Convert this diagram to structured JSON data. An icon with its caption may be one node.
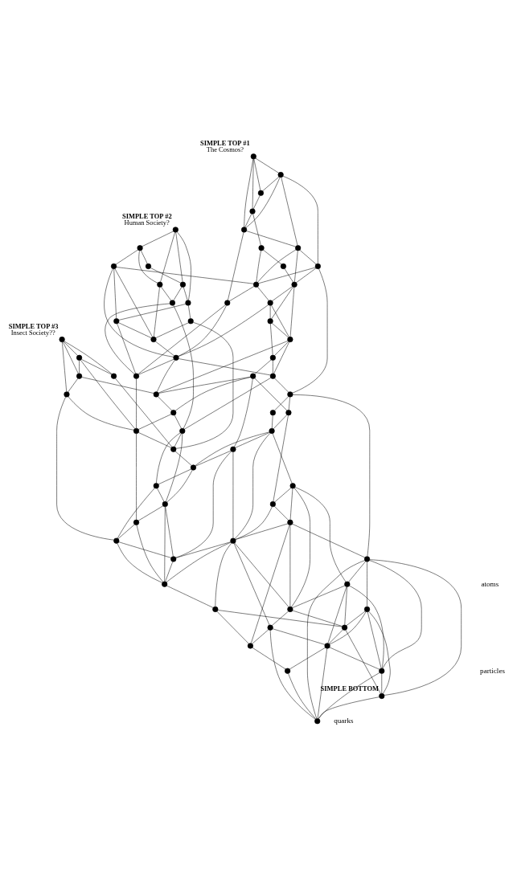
{
  "diagram": {
    "nodes": [
      {
        "text": [],
        "shape": "circle",
        "beside": [
          "SIMPLE TOP #1",
          "The Cosmos?"
        ]
      },
      {
        "text": [],
        "shape": "circle"
      },
      {
        "text": [],
        "shape": "circle"
      },
      {
        "text": [],
        "shape": "circle"
      },
      {
        "text": [],
        "shape": "circle"
      },
      {
        "text": [],
        "shape": "circle"
      },
      {
        "text": [],
        "shape": "circle",
        "beside": [
          "SIMPLE TOP #2",
          "Human Society?"
        ]
      },
      {
        "text": [],
        "shape": "circle"
      },
      {
        "text": [],
        "shape": "circle"
      },
      {
        "text": [],
        "shape": "circle"
      },
      {
        "text": [],
        "shape": "circle"
      },
      {
        "text": [],
        "shape": "circle"
      },
      {
        "text": [],
        "shape": "circle"
      },
      {
        "text": [],
        "shape": "circle"
      },
      {
        "text": [],
        "shape": "circle"
      },
      {
        "text": [],
        "shape": "circle"
      },
      {
        "text": [],
        "shape": "circle"
      },
      {
        "text": [],
        "shape": "circle",
        "beside": [
          "SIMPLE TOP #3",
          "Insect Society??"
        ]
      },
      {
        "text": [],
        "shape": "circle"
      },
      {
        "text": [],
        "shape": "circle"
      },
      {
        "text": [],
        "shape": "circle"
      },
      {
        "text": [],
        "shape": "circle"
      },
      {
        "text": [],
        "shape": "circle"
      },
      {
        "text": [],
        "shape": "circle"
      },
      {
        "text": [],
        "shape": "circle"
      },
      {
        "text": [],
        "shape": "circle"
      },
      {
        "text": [],
        "shape": "circle"
      },
      {
        "text": [],
        "shape": "circle"
      },
      {
        "text": [],
        "shape": "circle"
      },
      {
        "text": [],
        "shape": "circle"
      },
      {
        "text": [],
        "shape": "circle"
      },
      {
        "text": [],
        "shape": "circle"
      },
      {
        "text": [],
        "shape": "circle"
      },
      {
        "text": [],
        "shape": "circle"
      },
      {
        "text": [],
        "shape": "circle"
      },
      {
        "text": [],
        "shape": "circle"
      },
      {
        "text": [],
        "shape": "circle"
      },
      {
        "text": [],
        "shape": "circle"
      },
      {
        "text": [],
        "shape": "circle"
      },
      {
        "text": [],
        "shape": "circle"
      },
      {
        "text": [],
        "shape": "circle"
      },
      {
        "text": [],
        "shape": "circle"
      },
      {
        "text": [],
        "shape": "circle"
      },
      {
        "text": [],
        "shape": "circle"
      },
      {
        "text": [],
        "shape": "circle"
      },
      {
        "text": [],
        "shape": "circle"
      },
      {
        "text": [],
        "shape": "circle"
      },
      {
        "text": [],
        "shape": "circle"
      },
      {
        "text": [],
        "shape": "circle"
      },
      {
        "text": [],
        "shape": "circle"
      },
      {
        "text": [],
        "shape": "circle"
      },
      {
        "text": [],
        "shape": "circle"
      },
      {
        "text": [],
        "shape": "circle"
      },
      {
        "text": [],
        "shape": "circle"
      },
      {
        "text": [],
        "shape": "circle"
      },
      {
        "text": [],
        "shape": "circle"
      },
      {
        "text": [],
        "shape": "circle"
      },
      {
        "text": [],
        "shape": "circle"
      },
      {
        "text": [],
        "shape": "circle"
      },
      {
        "text": [],
        "shape": "circle"
      },
      {
        "text": [],
        "shape": "circle"
      },
      {
        "text": [],
        "shape": "circle"
      },
      {
        "text": [],
        "shape": "circle"
      },
      {
        "text": [],
        "shape": "circle"
      },
      {
        "text": [],
        "shape": "circle"
      },
      {
        "text": [],
        "shape": "circle"
      },
      {
        "text": [],
        "shape": "circle"
      },
      {
        "text": [],
        "shape": "circle"
      },
      {
        "text": [],
        "shape": "circle",
        "beside": [
          "SIMPLE BOTTOM"
        ]
      },
      {
        "text": [],
        "shape": "circle"
      }
    ],
    "edges": [
      {
        "from": 0,
        "to": 1,
        "arrow": "none"
      },
      {
        "from": 0,
        "to": 2,
        "arrow": "none"
      },
      {
        "from": 0,
        "to": 3,
        "arrow": "none"
      },
      {
        "from": 0,
        "to": 4,
        "arrow": "none"
      },
      {
        "from": 1,
        "to": 2,
        "arrow": "none"
      },
      {
        "from": 2,
        "to": 3,
        "arrow": "none"
      },
      {
        "from": 1,
        "to": 4,
        "arrow": "none"
      },
      {
        "from": 3,
        "to": 4,
        "arrow": "none"
      },
      {
        "from": 3,
        "to": 5,
        "arrow": "none"
      },
      {
        "from": 1,
        "to": 24,
        "arrow": "none"
      },
      {
        "from": 1,
        "to": 23,
        "arrow": "none"
      },
      {
        "from": 4,
        "to": 23,
        "arrow": "none"
      },
      {
        "from": 4,
        "to": 28,
        "arrow": "none"
      },
      {
        "from": 5,
        "to": 22,
        "arrow": "none"
      },
      {
        "from": 5,
        "to": 25,
        "arrow": "none"
      },
      {
        "from": 6,
        "to": 7,
        "arrow": "none"
      },
      {
        "from": 6,
        "to": 13,
        "arrow": "none"
      },
      {
        "from": 6,
        "to": 9,
        "arrow": "none"
      },
      {
        "from": 6,
        "to": 10,
        "arrow": "none"
      },
      {
        "from": 7,
        "to": 8,
        "arrow": "none"
      },
      {
        "from": 8,
        "to": 9,
        "arrow": "none"
      },
      {
        "from": 9,
        "to": 10,
        "arrow": "none"
      },
      {
        "from": 7,
        "to": 11,
        "arrow": "none"
      },
      {
        "from": 7,
        "to": 13,
        "arrow": "none"
      },
      {
        "from": 9,
        "to": 15,
        "arrow": "none"
      },
      {
        "from": 10,
        "to": 14,
        "arrow": "none"
      },
      {
        "from": 10,
        "to": 12,
        "arrow": "none"
      },
      {
        "from": 11,
        "to": 12,
        "arrow": "none"
      },
      {
        "from": 11,
        "to": 16,
        "arrow": "none"
      },
      {
        "from": 12,
        "to": 16,
        "arrow": "none"
      },
      {
        "from": 13,
        "to": 16,
        "arrow": "none"
      },
      {
        "from": 13,
        "to": 15,
        "arrow": "none"
      },
      {
        "from": 14,
        "to": 16,
        "arrow": "none"
      },
      {
        "from": 11,
        "to": 29,
        "arrow": "none"
      },
      {
        "from": 11,
        "to": 25,
        "arrow": "none"
      },
      {
        "from": 12,
        "to": 30,
        "arrow": "none"
      },
      {
        "from": 16,
        "to": 29,
        "arrow": "none"
      },
      {
        "from": 15,
        "to": 30,
        "arrow": "none"
      },
      {
        "from": 14,
        "to": 40,
        "arrow": "none"
      },
      {
        "from": 15,
        "to": 38,
        "arrow": "none"
      },
      {
        "from": 17,
        "to": 18,
        "arrow": "none"
      },
      {
        "from": 17,
        "to": 20,
        "arrow": "none"
      },
      {
        "from": 17,
        "to": 19,
        "arrow": "none"
      },
      {
        "from": 17,
        "to": 21,
        "arrow": "none"
      },
      {
        "from": 18,
        "to": 19,
        "arrow": "none"
      },
      {
        "from": 18,
        "to": 20,
        "arrow": "none"
      },
      {
        "from": 19,
        "to": 21,
        "arrow": "none"
      },
      {
        "from": 22,
        "to": 26,
        "arrow": "none"
      },
      {
        "from": 23,
        "to": 25,
        "arrow": "none"
      },
      {
        "from": 23,
        "to": 24,
        "arrow": "none"
      },
      {
        "from": 23,
        "to": 26,
        "arrow": "none"
      },
      {
        "from": 24,
        "to": 25,
        "arrow": "none"
      },
      {
        "from": 24,
        "to": 26,
        "arrow": "none"
      },
      {
        "from": 26,
        "to": 27,
        "arrow": "none"
      },
      {
        "from": 25,
        "to": 27,
        "arrow": "none"
      },
      {
        "from": 25,
        "to": 28,
        "arrow": "none"
      },
      {
        "from": 27,
        "to": 29,
        "arrow": "none"
      },
      {
        "from": 28,
        "to": 29,
        "arrow": "none"
      },
      {
        "from": 28,
        "to": 30,
        "arrow": "none"
      },
      {
        "from": 29,
        "to": 30,
        "arrow": "none"
      },
      {
        "from": 27,
        "to": 31,
        "arrow": "none"
      },
      {
        "from": 27,
        "to": 32,
        "arrow": "none"
      },
      {
        "from": 26,
        "to": 31,
        "arrow": "none"
      },
      {
        "from": 26,
        "to": 32,
        "arrow": "none"
      },
      {
        "from": 29,
        "to": 34,
        "arrow": "none"
      },
      {
        "from": 29,
        "to": 36,
        "arrow": "none"
      },
      {
        "from": 30,
        "to": 39,
        "arrow": "none"
      },
      {
        "from": 31,
        "to": 32,
        "arrow": "none"
      },
      {
        "from": 31,
        "to": 33,
        "arrow": "none"
      },
      {
        "from": 32,
        "to": 33,
        "arrow": "none"
      },
      {
        "from": 32,
        "to": 34,
        "arrow": "none"
      },
      {
        "from": 32,
        "to": 36,
        "arrow": "none"
      },
      {
        "from": 33,
        "to": 34,
        "arrow": "none"
      },
      {
        "from": 33,
        "to": 35,
        "arrow": "none"
      },
      {
        "from": 34,
        "to": 38,
        "arrow": "none"
      },
      {
        "from": 35,
        "to": 36,
        "arrow": "none"
      },
      {
        "from": 35,
        "to": 37,
        "arrow": "none"
      },
      {
        "from": 36,
        "to": 37,
        "arrow": "none"
      },
      {
        "from": 37,
        "to": 38,
        "arrow": "none"
      },
      {
        "from": 37,
        "to": 39,
        "arrow": "none"
      },
      {
        "from": 38,
        "to": 40,
        "arrow": "none"
      },
      {
        "from": 39,
        "to": 40,
        "arrow": "none"
      },
      {
        "from": 19,
        "to": 36,
        "arrow": "none"
      },
      {
        "from": 18,
        "to": 39,
        "arrow": "none"
      },
      {
        "from": 21,
        "to": 39,
        "arrow": "none"
      },
      {
        "from": 20,
        "to": 40,
        "arrow": "none"
      },
      {
        "from": 24,
        "to": 41,
        "arrow": "none"
      },
      {
        "from": 34,
        "to": 41,
        "arrow": "none"
      },
      {
        "from": 35,
        "to": 43,
        "arrow": "none"
      },
      {
        "from": 35,
        "to": 45,
        "arrow": "none"
      },
      {
        "from": 40,
        "to": 46,
        "arrow": "none"
      },
      {
        "from": 38,
        "to": 48,
        "arrow": "none"
      },
      {
        "from": 38,
        "to": 47,
        "arrow": "none"
      },
      {
        "from": 39,
        "to": 49,
        "arrow": "none"
      },
      {
        "from": 21,
        "to": 50,
        "arrow": "none"
      },
      {
        "from": 41,
        "to": 42,
        "arrow": "none"
      },
      {
        "from": 41,
        "to": 43,
        "arrow": "none"
      },
      {
        "from": 42,
        "to": 44,
        "arrow": "none"
      },
      {
        "from": 43,
        "to": 44,
        "arrow": "none"
      },
      {
        "from": 44,
        "to": 45,
        "arrow": "none"
      },
      {
        "from": 44,
        "to": 46,
        "arrow": "none"
      },
      {
        "from": 45,
        "to": 46,
        "arrow": "none"
      },
      {
        "from": 46,
        "to": 47,
        "arrow": "none"
      },
      {
        "from": 46,
        "to": 48,
        "arrow": "none"
      },
      {
        "from": 47,
        "to": 48,
        "arrow": "none"
      },
      {
        "from": 47,
        "to": 50,
        "arrow": "none"
      },
      {
        "from": 48,
        "to": 49,
        "arrow": "none"
      },
      {
        "from": 49,
        "to": 50,
        "arrow": "none"
      },
      {
        "from": 51,
        "to": 52,
        "arrow": "none"
      },
      {
        "from": 51,
        "to": 53,
        "arrow": "none"
      },
      {
        "from": 52,
        "to": 53,
        "arrow": "none"
      },
      {
        "from": 52,
        "to": 54,
        "arrow": "none"
      },
      {
        "from": 53,
        "to": 54,
        "arrow": "none"
      },
      {
        "from": 54,
        "to": 55,
        "arrow": "none"
      },
      {
        "from": 54,
        "to": 56,
        "arrow": "none"
      },
      {
        "from": 55,
        "to": 56,
        "arrow": "none"
      },
      {
        "from": 54,
        "to": 57,
        "arrow": "none"
      },
      {
        "from": 56,
        "to": 57,
        "arrow": "none"
      },
      {
        "from": 44,
        "to": 51,
        "arrow": "none"
      },
      {
        "from": 43,
        "to": 52,
        "arrow": "none"
      },
      {
        "from": 44,
        "to": 54,
        "arrow": "none"
      },
      {
        "from": 45,
        "to": 54,
        "arrow": "none"
      },
      {
        "from": 48,
        "to": 55,
        "arrow": "none"
      },
      {
        "from": 50,
        "to": 55,
        "arrow": "none"
      },
      {
        "from": 45,
        "to": 55,
        "arrow": "none"
      },
      {
        "from": 48,
        "to": 56,
        "arrow": "none"
      },
      {
        "from": 49,
        "to": 56,
        "arrow": "none"
      },
      {
        "from": 50,
        "to": 56,
        "arrow": "none"
      },
      {
        "from": 41,
        "to": 58,
        "arrow": "none"
      },
      {
        "from": 51,
        "to": 59,
        "arrow": "none"
      },
      {
        "from": 51,
        "to": 60,
        "arrow": "none"
      },
      {
        "from": 53,
        "to": 58,
        "arrow": "none"
      },
      {
        "from": 53,
        "to": 60,
        "arrow": "none"
      },
      {
        "from": 53,
        "to": 64,
        "arrow": "none"
      },
      {
        "from": 54,
        "to": 60,
        "arrow": "none"
      },
      {
        "from": 54,
        "to": 63,
        "arrow": "none"
      },
      {
        "from": 57,
        "to": 62,
        "arrow": "none"
      },
      {
        "from": 57,
        "to": 64,
        "arrow": "none"
      },
      {
        "from": 58,
        "to": 59,
        "arrow": "none"
      },
      {
        "from": 58,
        "to": 61,
        "arrow": "none"
      },
      {
        "from": 59,
        "to": 60,
        "arrow": "none"
      },
      {
        "from": 59,
        "to": 62,
        "arrow": "none"
      },
      {
        "from": 59,
        "to": 65,
        "arrow": "none"
      },
      {
        "from": 60,
        "to": 63,
        "arrow": "none"
      },
      {
        "from": 60,
        "to": 62,
        "arrow": "none"
      },
      {
        "from": 61,
        "to": 62,
        "arrow": "none"
      },
      {
        "from": 61,
        "to": 65,
        "arrow": "none"
      },
      {
        "from": 62,
        "to": 65,
        "arrow": "none"
      },
      {
        "from": 63,
        "to": 64,
        "arrow": "none"
      },
      {
        "from": 63,
        "to": 65,
        "arrow": "none"
      },
      {
        "from": 64,
        "to": 66,
        "arrow": "none"
      },
      {
        "from": 65,
        "to": 66,
        "arrow": "none"
      },
      {
        "from": 58,
        "to": 67,
        "arrow": "none"
      },
      {
        "from": 58,
        "to": 68,
        "arrow": "none"
      },
      {
        "from": 58,
        "to": 69,
        "arrow": "none"
      },
      {
        "from": 59,
        "to": 67,
        "arrow": "none"
      },
      {
        "from": 61,
        "to": 67,
        "arrow": "none"
      },
      {
        "from": 61,
        "to": 68,
        "arrow": "none"
      },
      {
        "from": 62,
        "to": 68,
        "arrow": "none"
      },
      {
        "from": 63,
        "to": 69,
        "arrow": "none"
      },
      {
        "from": 65,
        "to": 67,
        "arrow": "none"
      },
      {
        "from": 65,
        "to": 69,
        "arrow": "none"
      },
      {
        "from": 66,
        "to": 69,
        "arrow": "none"
      },
      {
        "from": 67,
        "to": 68,
        "arrow": "none"
      },
      {
        "from": 68,
        "to": 69,
        "arrow": "none"
      },
      {
        "from": 67,
        "to": 69,
        "arrow": "none"
      }
    ],
    "labels": [
      "atoms",
      "particles",
      "quarks"
    ]
  }
}
